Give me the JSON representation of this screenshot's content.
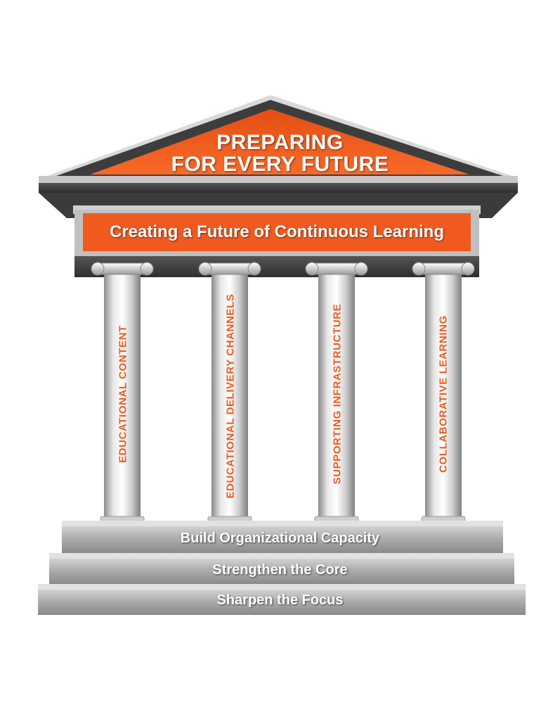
{
  "roof": {
    "line1": "PREPARING",
    "line2": "FOR EVERY FUTURE"
  },
  "frieze": {
    "label": "Creating a Future of Continuous Learning"
  },
  "pillars": [
    {
      "label": "EDUCATIONAL CONTENT"
    },
    {
      "label": "EDUCATIONAL DELIVERY CHANNELS"
    },
    {
      "label": "SUPPORTING INFRASTRUCTURE"
    },
    {
      "label": "COLLABORATIVE LEARNING"
    }
  ],
  "steps": [
    {
      "label": "Build Organizational Capacity"
    },
    {
      "label": "Strengthen the Core"
    },
    {
      "label": "Sharpen the Focus"
    }
  ],
  "colors": {
    "accent": "#f15a1f",
    "dark": "#3d3d3d",
    "stone": "#bdbdbd"
  }
}
